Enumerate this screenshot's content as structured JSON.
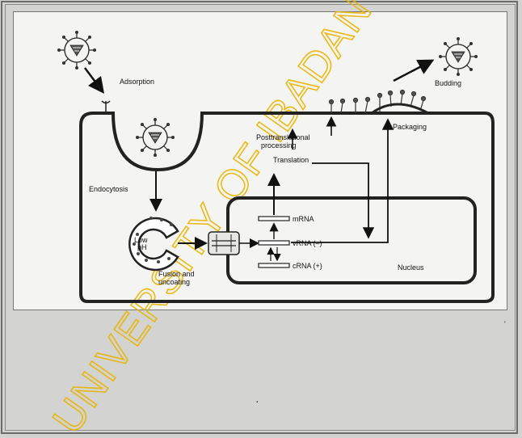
{
  "watermark": "UNIVERSITY OF IBADAN",
  "labels": {
    "adsorption": "Adsorption",
    "budding": "Budding",
    "packaging": "Packaging",
    "posttranslational_1": "Posttranslational",
    "posttranslational_2": "processing",
    "translation": "Translation",
    "endocytosis": "Endocytosis",
    "mrna": "mRNA",
    "vrna": "vRNA (–)",
    "crna": "cRNA (+)",
    "low_ph_1": "Low",
    "low_ph_2": "pH",
    "fusion_1": "Fusion and",
    "fusion_2": "uncoating",
    "nucleus": "Nucleus"
  },
  "page_marks": {
    "dot": "·",
    "tick": "'"
  }
}
